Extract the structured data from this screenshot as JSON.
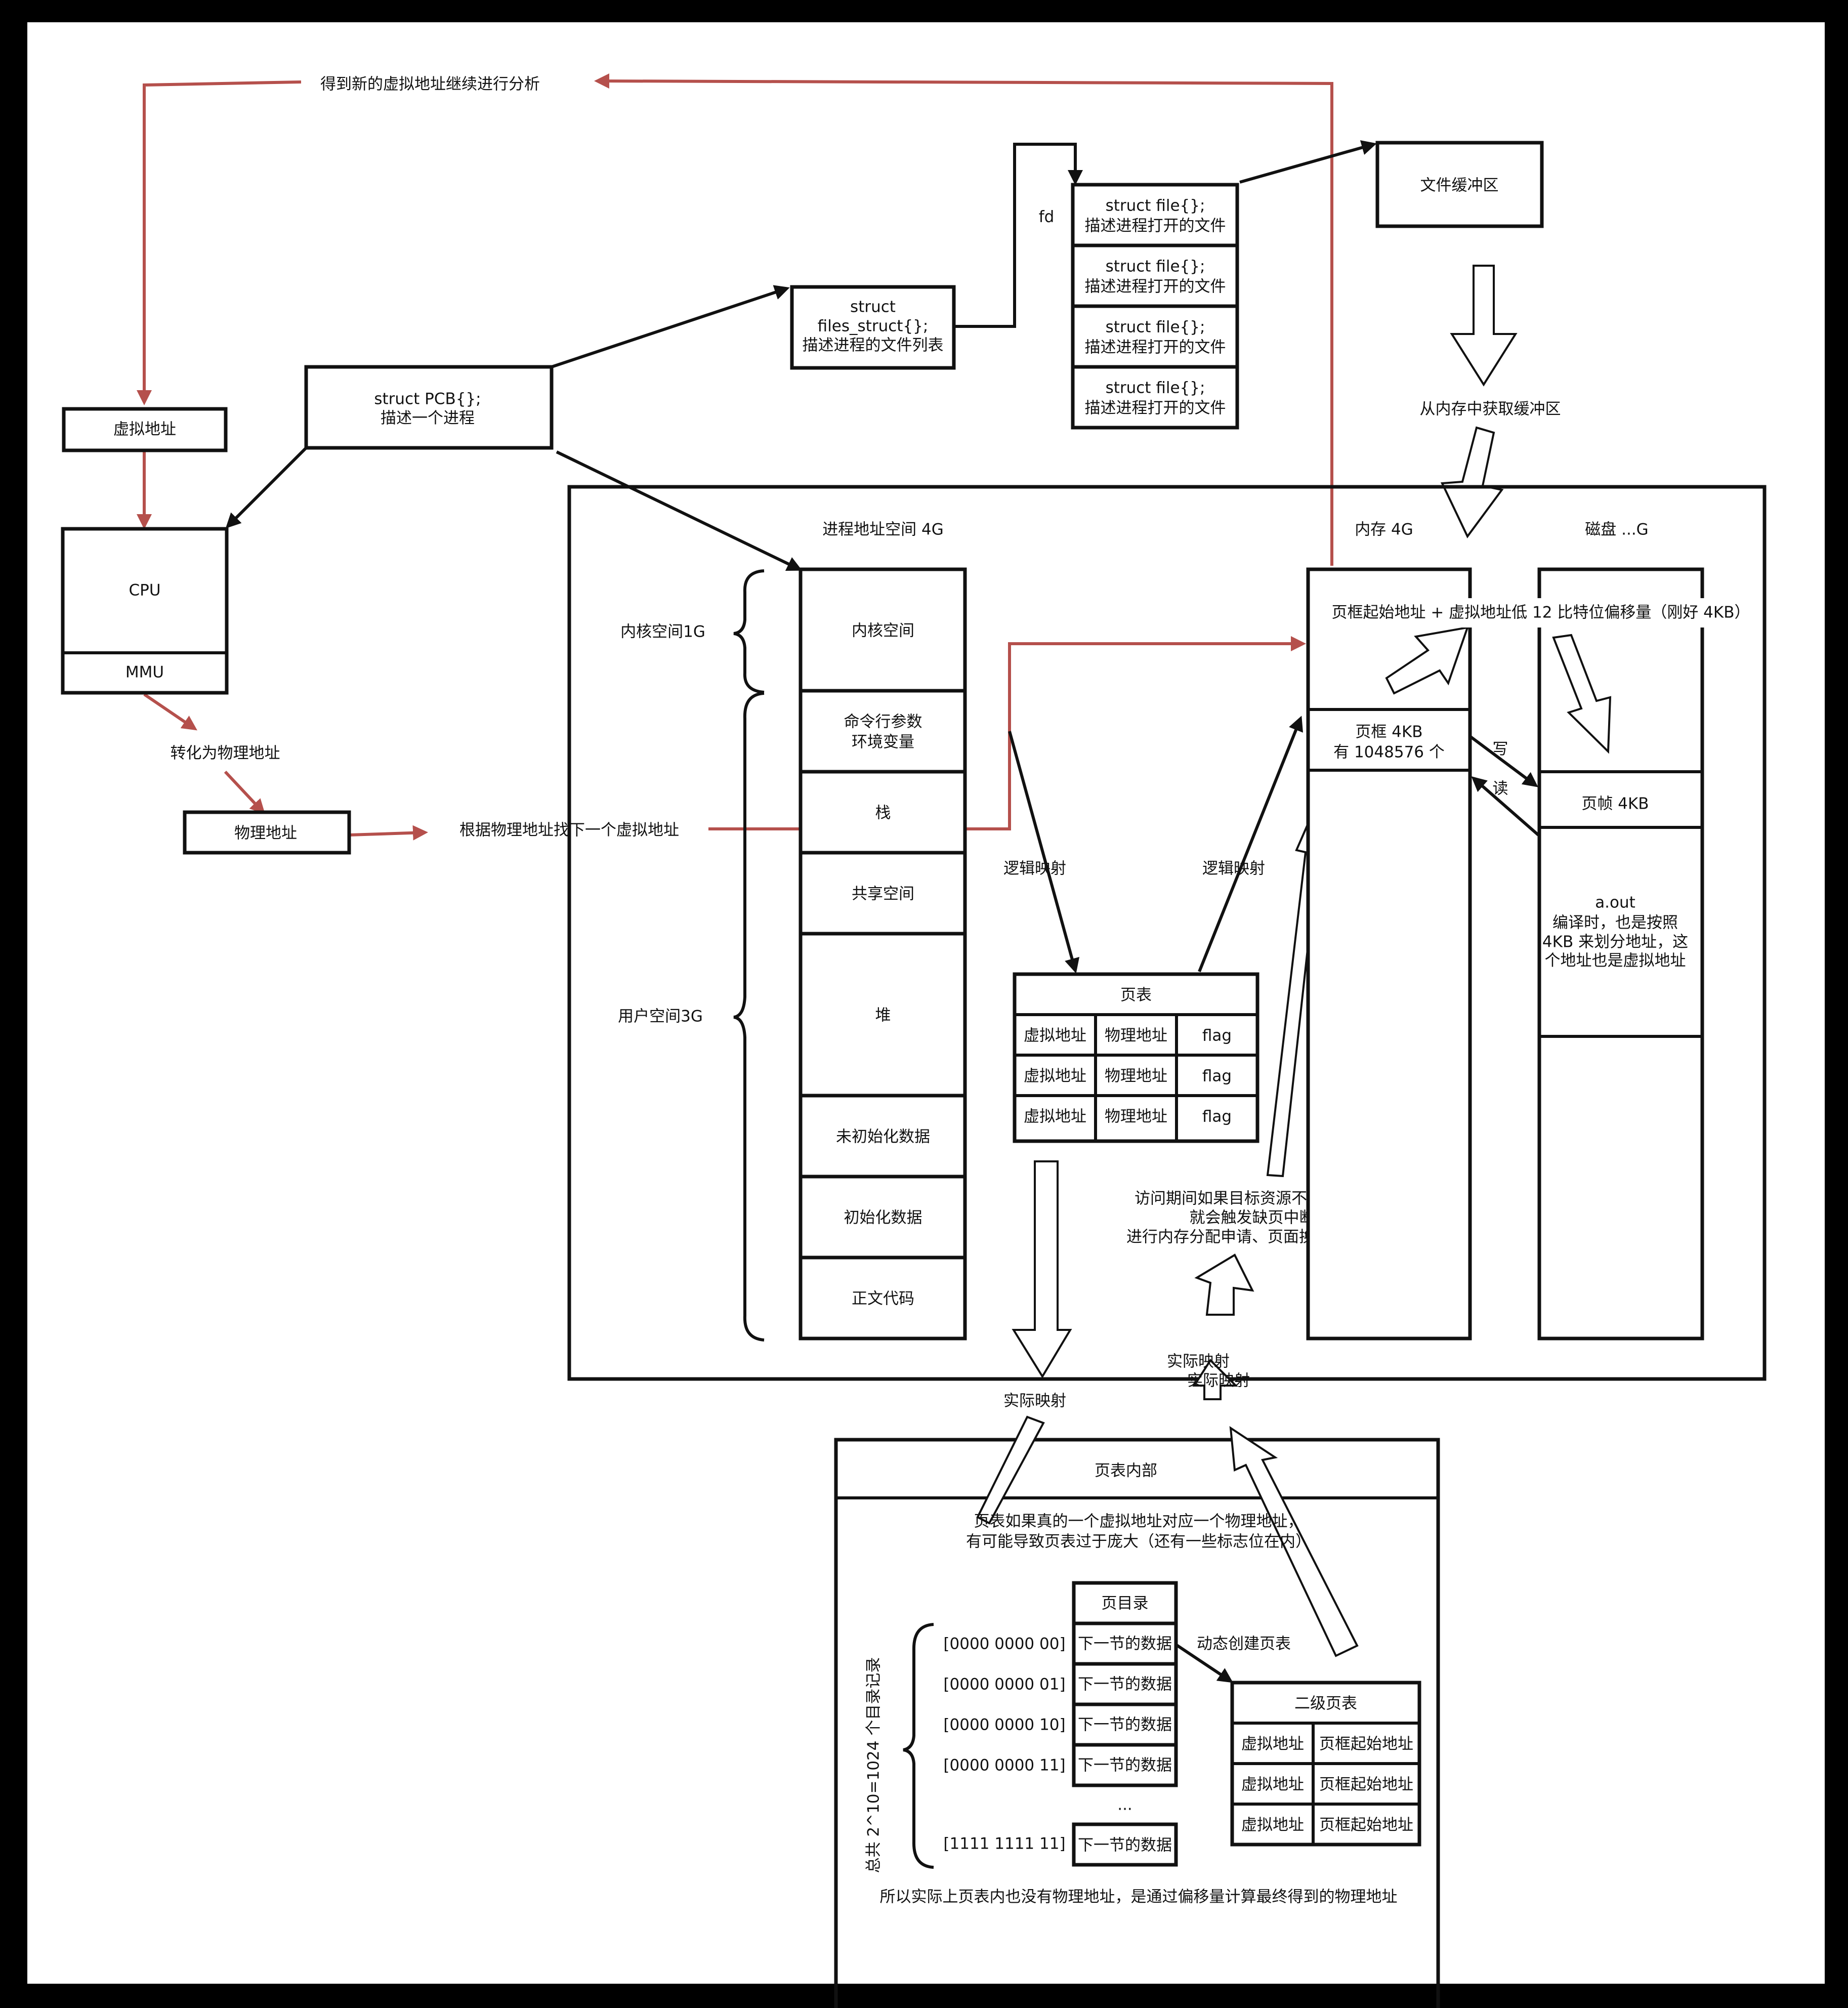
{
  "colors": {
    "accent_red": "#b5504c",
    "ink": "#111111",
    "frame": "#000000",
    "paper": "#ffffff"
  },
  "top_note": "得到新的虚拟地址继续进行分析",
  "left": {
    "virtual_address": "虚拟地址",
    "cpu": "CPU",
    "mmu": "MMU",
    "to_physical": "转化为物理地址",
    "physical_address": "物理地址",
    "find_next": "根据物理地址找下一个虚拟地址"
  },
  "pcb": {
    "line1": "struct PCB{};",
    "line2": "描述一个进程"
  },
  "files_struct": {
    "line1": "struct",
    "line2": "files_struct{};",
    "line3": "描述进程的文件列表"
  },
  "fd_label": "fd",
  "file_entries": [
    {
      "line1": "struct file{};",
      "line2": "描述进程打开的文件"
    },
    {
      "line1": "struct file{};",
      "line2": "描述进程打开的文件"
    },
    {
      "line1": "struct file{};",
      "line2": "描述进程打开的文件"
    },
    {
      "line1": "struct file{};",
      "line2": "描述进程打开的文件"
    }
  ],
  "file_buffer": "文件缓冲区",
  "get_buffer": "从内存中获取缓冲区",
  "address_space": {
    "title": "进程地址空间 4G",
    "kernel_label": "内核空间1G",
    "user_label": "用户空间3G",
    "segments": [
      "内核空间",
      "命令行参数\n环境变量",
      "栈",
      "共享空间",
      "堆",
      "未初始化数据",
      "初始化数据",
      "正文代码"
    ]
  },
  "memory": {
    "title": "内存 4G",
    "formula": "页框起始地址 + 虚拟地址低 12 比特位偏移量（刚好 4KB）",
    "frame_line1": "页框 4KB",
    "frame_line2": "有 1048576 个"
  },
  "disk": {
    "title": "磁盘 ...G",
    "frame": "页帧 4KB",
    "aout_line1": "a.out",
    "aout_line2": "编译时，也是按照",
    "aout_line3": "4KB 来划分地址，这",
    "aout_line4": "个地址也是虚拟地址"
  },
  "write_label": "写",
  "read_label": "读",
  "logic_map_left": "逻辑映射",
  "logic_map_right": "逻辑映射",
  "page_table": {
    "title": "页表",
    "rows": [
      [
        "虚拟地址",
        "物理地址",
        "flag"
      ],
      [
        "虚拟地址",
        "物理地址",
        "flag"
      ],
      [
        "虚拟地址",
        "物理地址",
        "flag"
      ]
    ]
  },
  "page_fault": {
    "line1": "访问期间如果目标资源不在内存中，",
    "line2": "就会触发缺页中断，",
    "line3": "进行内存分配申请、页面换入、建立映射"
  },
  "actual_map_1": "实际映射",
  "actual_map_2": "实际映射",
  "actual_map_3": "实际映射",
  "inner": {
    "title": "页表内部",
    "desc1": "页表如果真的一个虚拟地址对应一个物理地址，",
    "desc2": "有可能导致页表过于庞大（还有一些标志位在内）",
    "dir_title": "页目录",
    "count_label": "总共 2^10=1024 个目录记录",
    "dir_rows": [
      {
        "key": "[0000 0000 00]",
        "val": "下一节的数据"
      },
      {
        "key": "[0000 0000 01]",
        "val": "下一节的数据"
      },
      {
        "key": "[0000 0000 10]",
        "val": "下一节的数据"
      },
      {
        "key": "[0000 0000 11]",
        "val": "下一节的数据"
      }
    ],
    "ellipsis": "...",
    "last_row": {
      "key": "[1111 1111 11]",
      "val": "下一节的数据"
    },
    "dynamic": "动态创建页表",
    "second_title": "二级页表",
    "second_rows": [
      [
        "虚拟地址",
        "页框起始地址"
      ],
      [
        "虚拟地址",
        "页框起始地址"
      ],
      [
        "虚拟地址",
        "页框起始地址"
      ]
    ],
    "conclusion": "所以实际上页表内也没有物理地址，是通过偏移量计算最终得到的物理地址"
  }
}
